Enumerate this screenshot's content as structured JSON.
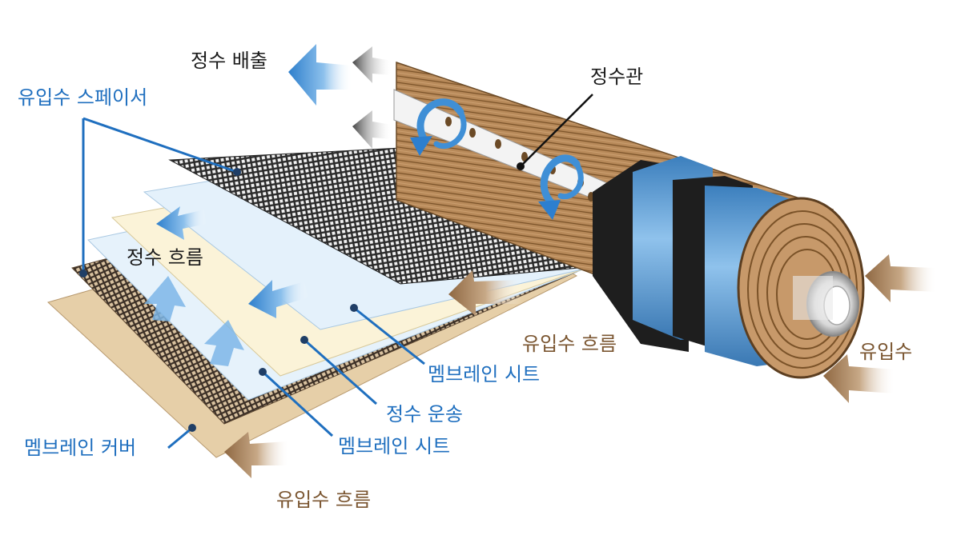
{
  "labels": {
    "permeate_out": "정수 배출",
    "feed_spacer": "유입수 스페이서",
    "product_tube": "정수관",
    "permeate_flow": "정수 흐름",
    "feed_flow_right": "유입수 흐름",
    "feed_water": "유입수",
    "membrane_sheet_upper": "멤브레인 시트",
    "permeate_carrier": "정수 운송",
    "membrane_sheet_lower": "멤브레인 시트",
    "membrane_cover": "멤브레인 커버",
    "feed_flow_bottom": "유입수 흐름"
  },
  "colors": {
    "label_black": "#1a1a1a",
    "label_blue": "#1f6fbf",
    "label_brown": "#7a5530",
    "arrow_blue": "#3f8fd6",
    "arrow_brown": "#a27c57",
    "arrow_grey": "#555555",
    "mesh_dark": "#2b2b2b",
    "wood_tan": "#b58857",
    "wrap_blue": "#5d9ed6",
    "wrap_black": "#1e1e1e",
    "sheet_cream": "#faf3da",
    "sheet_lightblue": "#e3f1fb",
    "cover_tan": "#e2c9a0"
  }
}
